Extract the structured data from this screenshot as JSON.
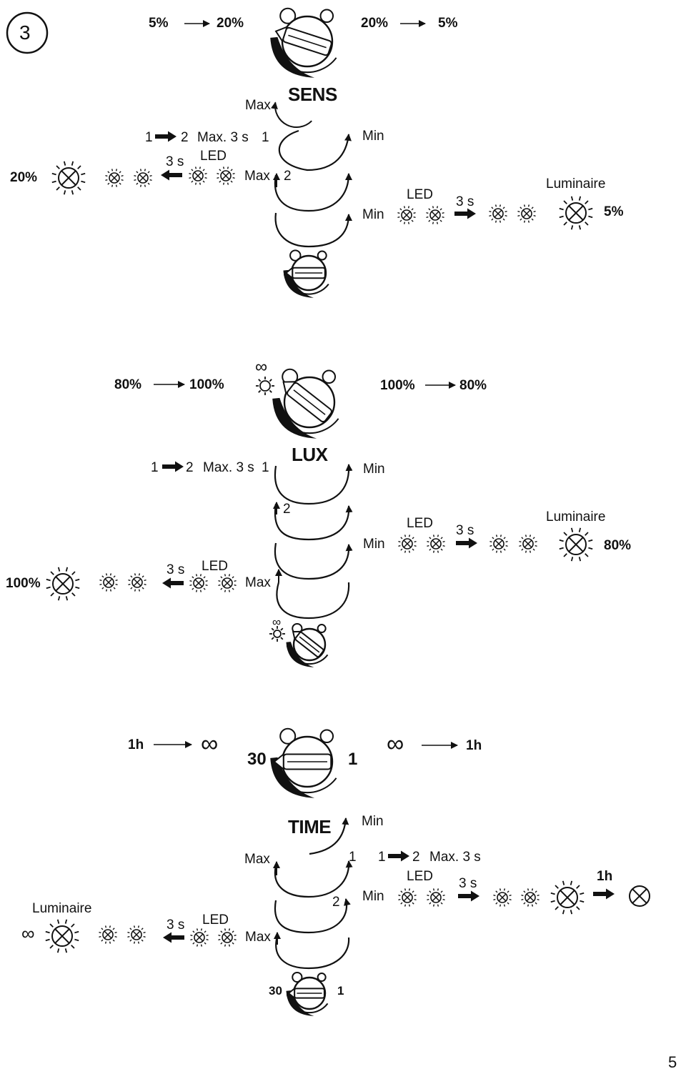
{
  "step_number": "3",
  "page_number": "5",
  "sens": {
    "title": "SENS",
    "left_from": "5%",
    "left_to": "20%",
    "right_from": "20%",
    "right_to": "5%",
    "max_top": "Max",
    "step_a": "1",
    "step_b": "2",
    "max_3s": "Max. 3 s",
    "pos1": "1",
    "min_label": "Min",
    "led_left": "LED",
    "three_s_left": "3 s",
    "max_mid": "Max",
    "pos2": "2",
    "result_left": "20%",
    "led_right": "LED",
    "three_s_right": "3 s",
    "min_right": "Min",
    "luminaire": "Luminaire",
    "result_right": "5%"
  },
  "lux": {
    "title": "LUX",
    "left_from": "80%",
    "left_to": "100%",
    "right_from": "100%",
    "right_to": "80%",
    "infinity": "∞",
    "step_a": "1",
    "step_b": "2",
    "max_3s": "Max. 3 s",
    "pos1": "1",
    "min_label": "Min",
    "pos2": "2",
    "led_right": "LED",
    "three_s_right": "3 s",
    "min_right": "Min",
    "luminaire": "Luminaire",
    "result_right": "80%",
    "led_left": "LED",
    "three_s_left": "3 s",
    "max_left": "Max",
    "result_left": "100%"
  },
  "time": {
    "title": "TIME",
    "left_from": "1h",
    "left_to": "∞",
    "right_from": "∞",
    "right_to": "1h",
    "dial_left": "30",
    "dial_right": "1",
    "min_label": "Min",
    "max_label": "Max",
    "pos1": "1",
    "step_a": "1",
    "step_b": "2",
    "max_3s": "Max. 3 s",
    "led_right": "LED",
    "three_s_right": "3 s",
    "min_right": "Min",
    "pos2": "2",
    "result_right": "1h",
    "luminaire": "Luminaire",
    "result_left": "∞",
    "led_left": "LED",
    "three_s_left": "3 s",
    "max_left": "Max",
    "small_dial_left": "30",
    "small_dial_right": "1"
  },
  "icons": [
    "lamp-icon",
    "led-icon",
    "arrow-icon",
    "dial-icon",
    "sun-icon",
    "moon-icon"
  ]
}
